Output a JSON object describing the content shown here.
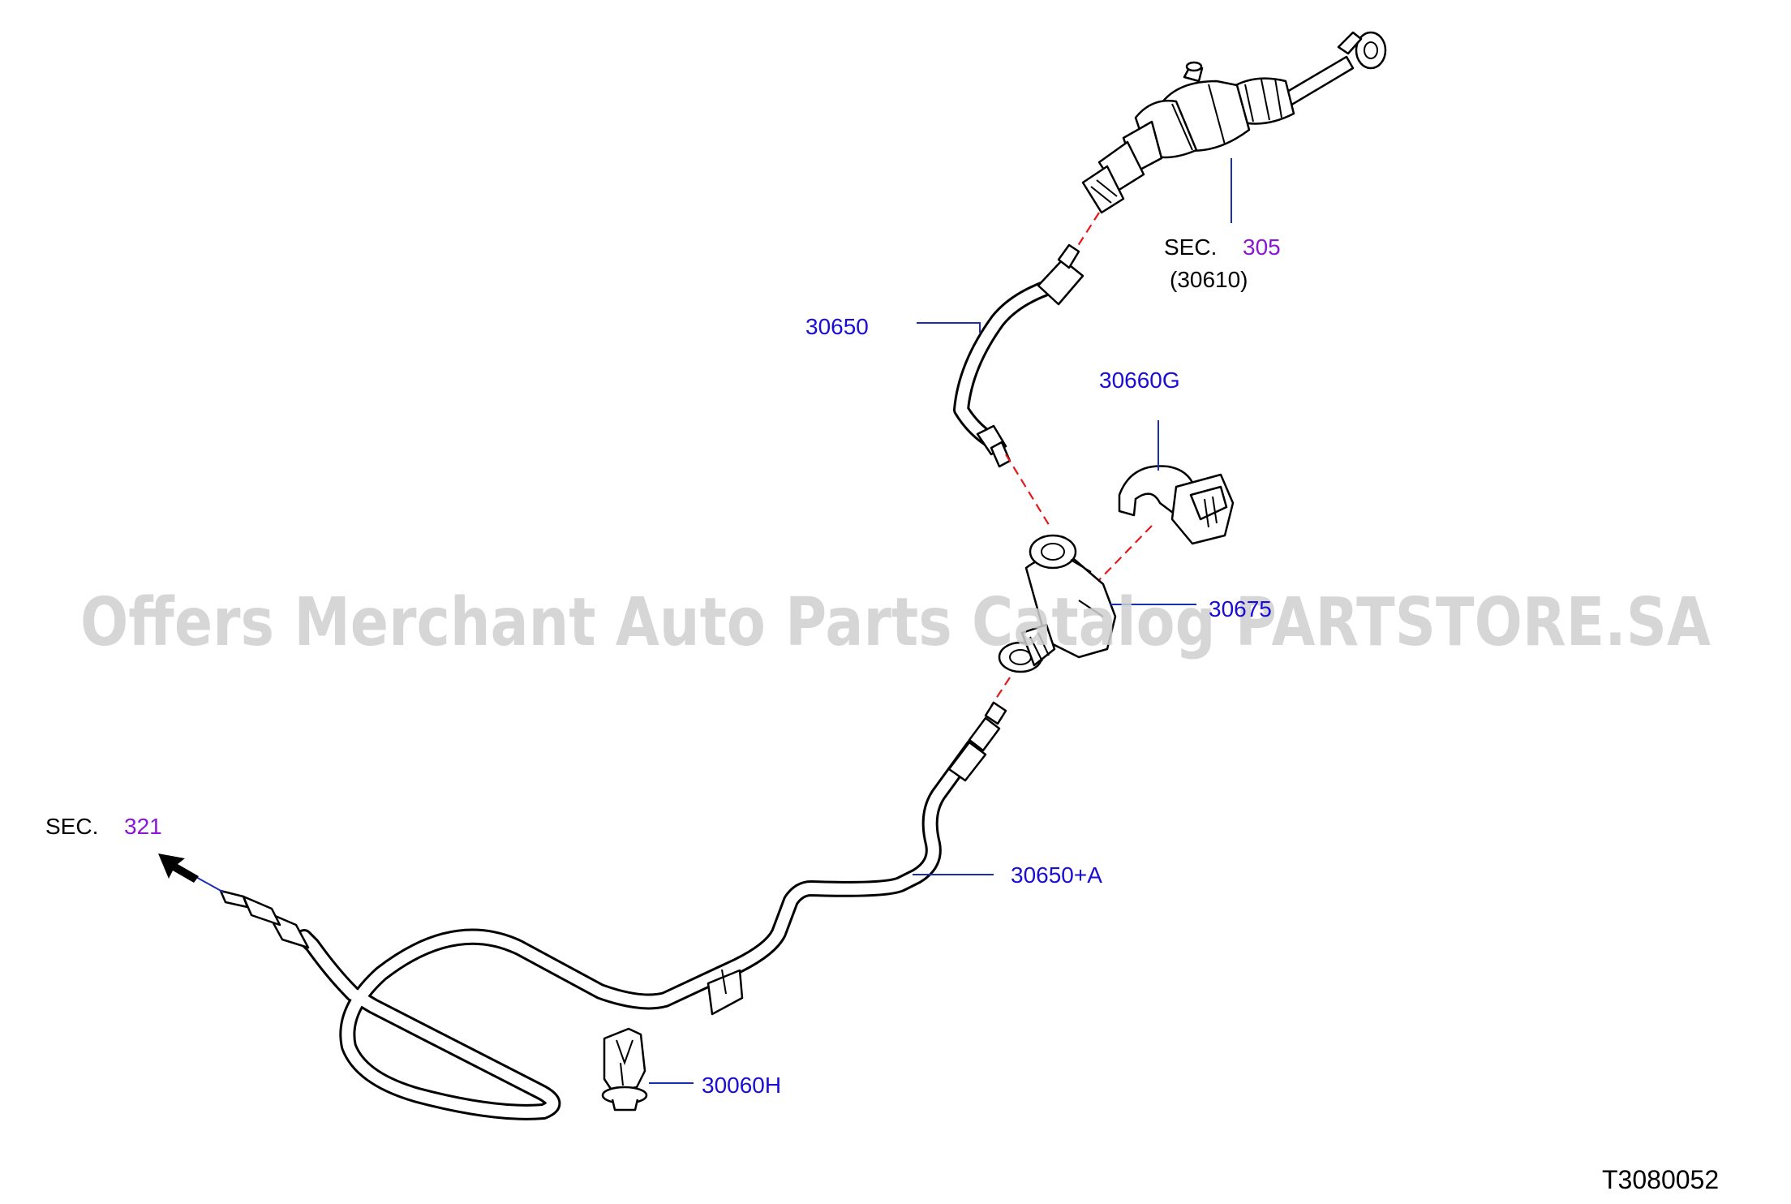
{
  "labels": {
    "master_cylinder_sec": "SEC.",
    "master_cylinder_sec_num": "305",
    "master_cylinder_ref": "(30610)",
    "hose_upper": "30650",
    "clip": "30660G",
    "damper": "30675",
    "tube_main": "30650+A",
    "clamp": "30060H",
    "operating_sec": "SEC.",
    "operating_sec_num": "321",
    "diagram_code": "T3080052"
  },
  "watermark": "Offers Merchant Auto Parts Catalog PARTSTORE.SA",
  "colors": {
    "part_number": "#1a0dd6",
    "section_number": "#8a17d6",
    "leader_line": "#1a2fb0",
    "assembly_dash": "#e01a1a"
  }
}
